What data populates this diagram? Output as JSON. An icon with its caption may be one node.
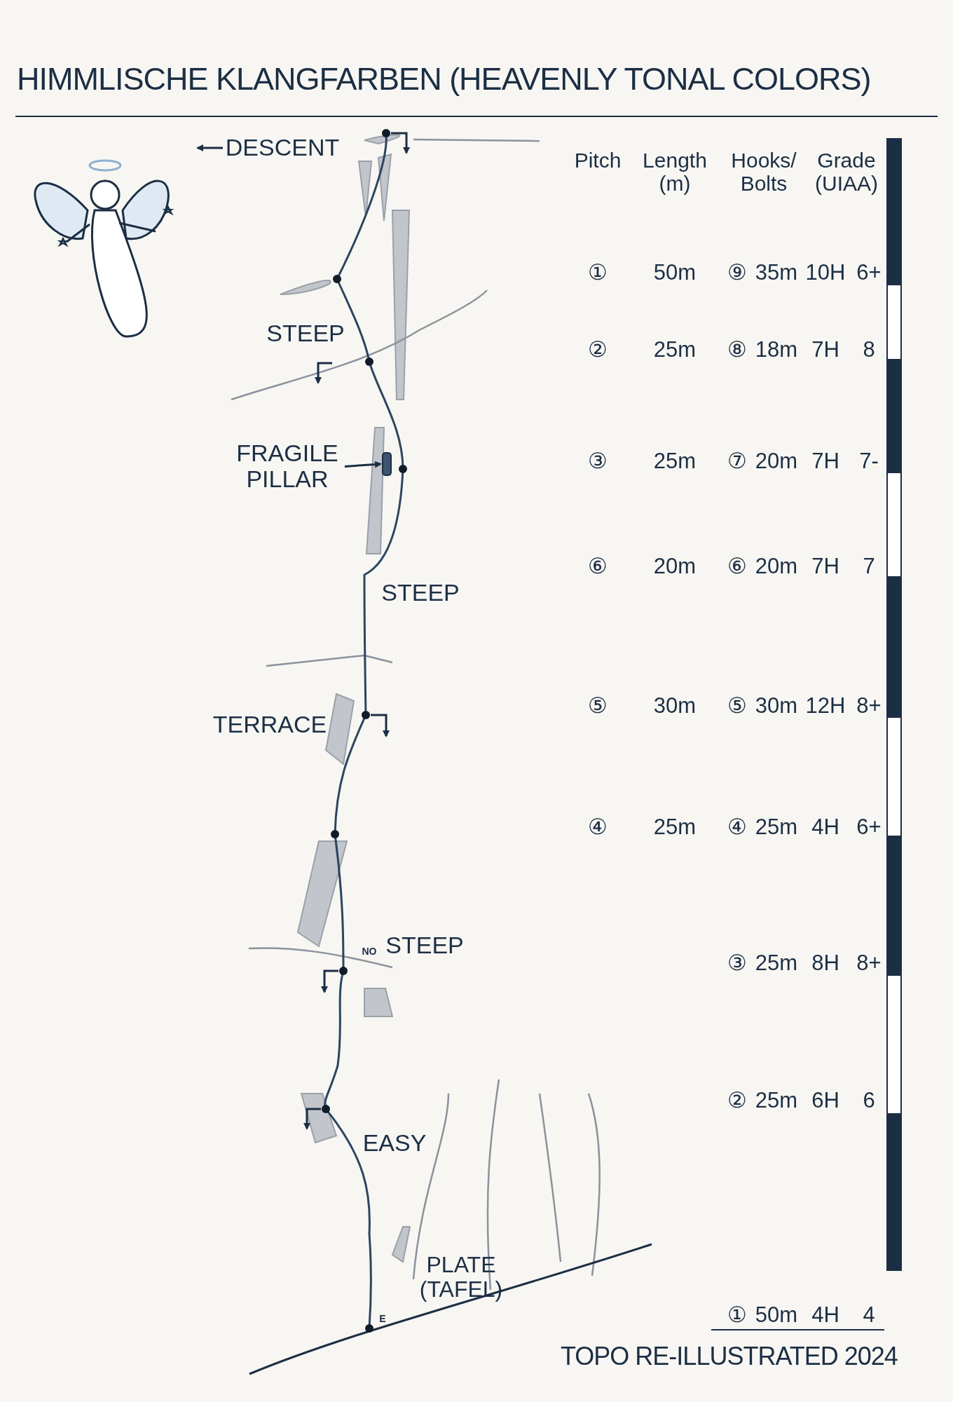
{
  "diagram": {
    "title": "HIMMLISCHE KLANGFARBEN (HEAVENLY TONAL COLORS)",
    "caption": "TOPO RE-ILLUSTRATED 2024",
    "nodes": [
      {
        "text": [
          "FRAGILE PILLAR"
        ]
      },
      {
        "text": [],
        "shape": "bar"
      }
    ],
    "edges": [
      {
        "from": 0,
        "to": 1,
        "arrow": "to"
      }
    ],
    "labels": [
      "DESCENT",
      "STEEP",
      "STEEP",
      "TERRACE",
      "NO",
      "STEEP",
      "EASY",
      "PLATE (TAFEL)",
      "E",
      "Pitch",
      "Length (m)",
      "Hooks/ Bolts",
      "Grade (UIAA)",
      "①",
      "50m",
      "⑨",
      "35m",
      "10H",
      "6+",
      "②",
      "25m",
      "⑧",
      "18m",
      "7H",
      "8",
      "③",
      "25m",
      "⑦",
      "20m",
      "7H",
      "7-",
      "⑥",
      "20m",
      "⑥",
      "20m",
      "7H",
      "7",
      "⑤",
      "30m",
      "⑤",
      "30m",
      "12H",
      "8+",
      "④",
      "25m",
      "④",
      "25m",
      "4H",
      "6+",
      "③",
      "25m",
      "8H",
      "8+",
      "②",
      "25m",
      "6H",
      "6",
      "①",
      "50m",
      "4H",
      "4"
    ]
  }
}
